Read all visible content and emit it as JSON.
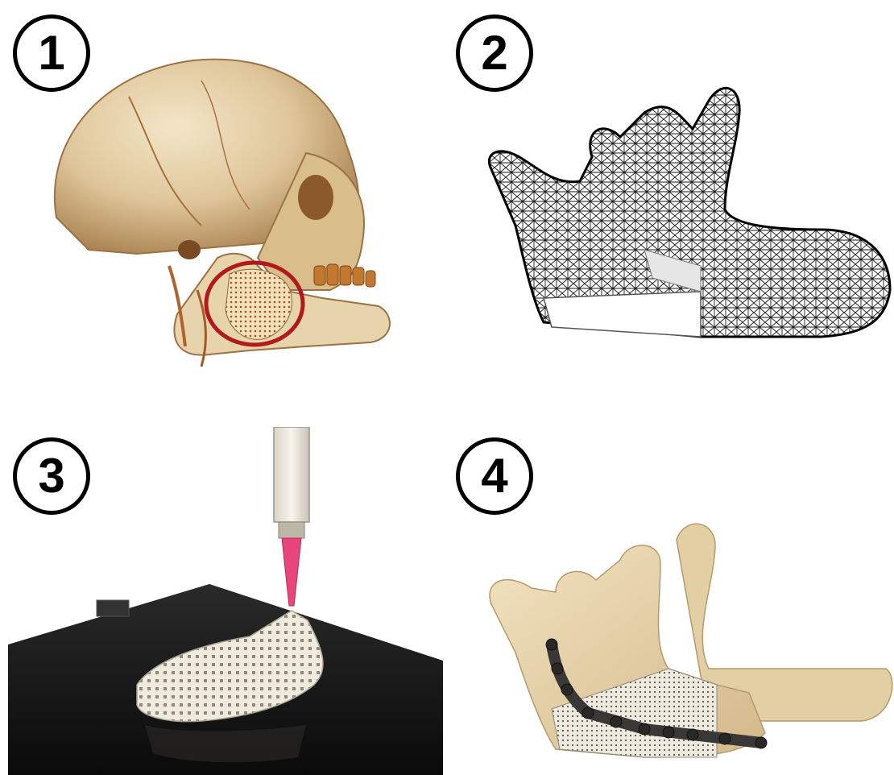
{
  "steps": [
    {
      "number": "1",
      "content": "skull-ct-render-with-circled-defect"
    },
    {
      "number": "2",
      "content": "mandible-mesh-model"
    },
    {
      "number": "3",
      "content": "3d-bioprinting-of-scaffold"
    },
    {
      "number": "4",
      "content": "mandible-with-implanted-scaffold-and-plate"
    }
  ],
  "colors": {
    "badge_border": "#000000",
    "highlight_circle": "#b3181c",
    "bone": "#e8d6b0",
    "mesh": "#1a1a1a",
    "print_bed": "#141414",
    "nozzle": "#e8457a",
    "scaffold": "#eeeade",
    "fixation_plate": "#3a3836"
  }
}
